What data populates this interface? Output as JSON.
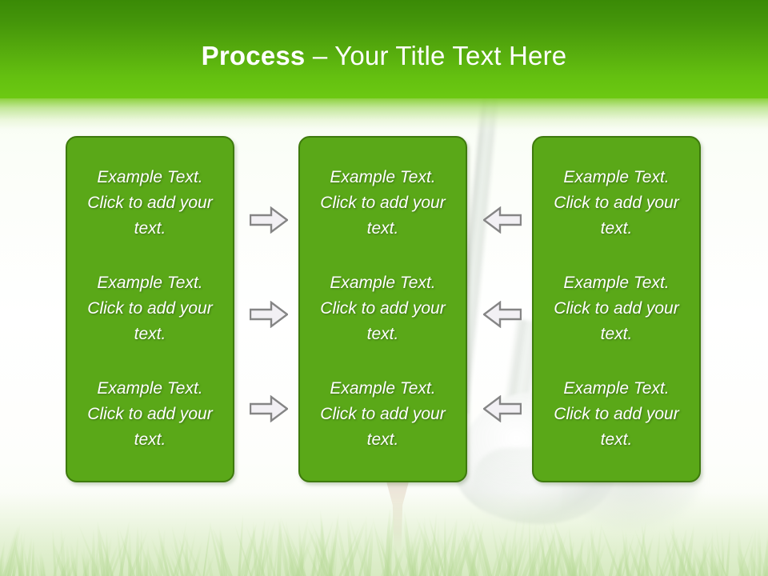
{
  "slide": {
    "title": {
      "strong": "Process",
      "light": " – Your Title Text Here"
    },
    "colors": {
      "header_top": "#3a8a06",
      "header_bottom": "#6cc912",
      "box_fill": "#5aa818",
      "box_border": "#3e7a0d",
      "text": "#ffffff",
      "arrow_fill": "#f2f0f4",
      "arrow_stroke": "#808080"
    }
  },
  "columns": [
    {
      "name": "column-left",
      "items": [
        "Example Text. Click  to add your text.",
        "Example Text. Click  to add your text.",
        "Example Text. Click  to add your text."
      ]
    },
    {
      "name": "column-middle",
      "items": [
        "Example Text. Click  to add your text.",
        "Example Text. Click  to add your text.",
        "Example Text. Click  to add your text."
      ]
    },
    {
      "name": "column-right",
      "items": [
        "Example Text. Click  to add your text.",
        "Example Text. Click  to add your text.",
        "Example Text. Click  to add your text."
      ]
    }
  ],
  "arrows": {
    "right": [
      {
        "direction": "right"
      },
      {
        "direction": "right"
      },
      {
        "direction": "right"
      }
    ],
    "left": [
      {
        "direction": "left"
      },
      {
        "direction": "left"
      },
      {
        "direction": "left"
      }
    ]
  },
  "background": {
    "scene": "golf-club-tee-grass"
  }
}
